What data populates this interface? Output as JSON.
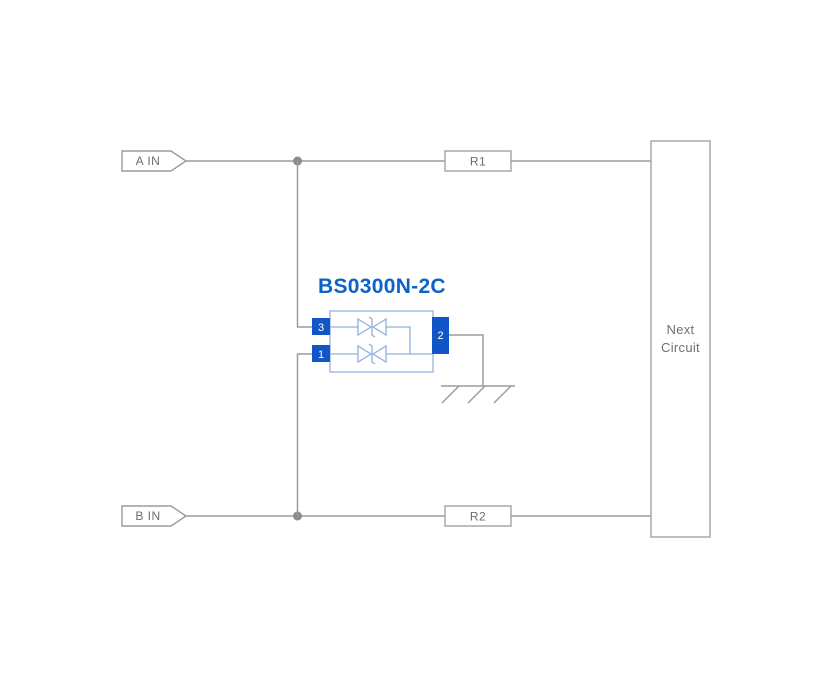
{
  "diagram": {
    "component": {
      "title": "BS0300N-2C",
      "pin_top": "3",
      "pin_bottom": "1",
      "pin_right": "2"
    },
    "inputs": {
      "a": "A IN",
      "b": "B IN"
    },
    "resistors": {
      "r1": "R1",
      "r2": "R2"
    },
    "next_circuit": {
      "line1": "Next",
      "line2": "Circuit"
    },
    "colors": {
      "accent_blue": "#0b63c8",
      "pin_blue": "#1156c6",
      "component_outline": "#9db8e2",
      "wire_gray": "#9c9c9c",
      "text_gray": "#6d6d6d",
      "junction_gray": "#8b8b8b"
    }
  }
}
